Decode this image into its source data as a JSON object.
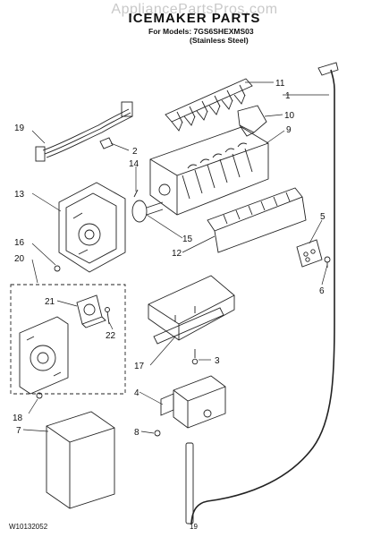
{
  "watermark": "AppliancePartsPros.com",
  "title": "ICEMAKER PARTS",
  "models_line": "For Models: 7GS6SHEXMS03",
  "finish_line": "(Stainless Steel)",
  "footer_code": "W10132052",
  "page_number": "19",
  "callouts": [
    "1",
    "2",
    "3",
    "4",
    "5",
    "6",
    "7",
    "8",
    "9",
    "10",
    "11",
    "12",
    "13",
    "14",
    "15",
    "16",
    "17",
    "18",
    "19",
    "20",
    "21",
    "22"
  ]
}
